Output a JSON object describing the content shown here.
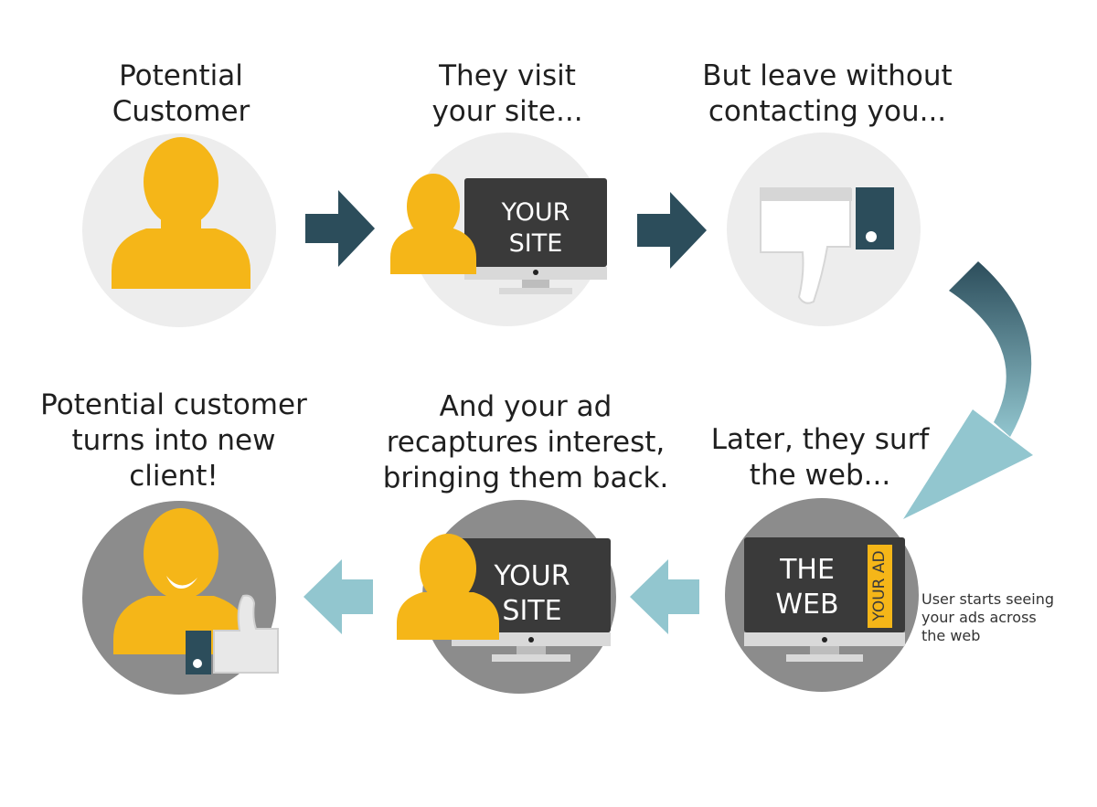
{
  "steps": [
    {
      "caption": "Potential\nCustomer"
    },
    {
      "caption": "They visit\nyour site...",
      "screen_text": [
        "YOUR",
        "SITE"
      ]
    },
    {
      "caption": "But leave without\ncontacting you..."
    },
    {
      "caption": "Later, they surf\nthe web...",
      "screen_text": [
        "THE",
        "WEB"
      ],
      "ad_label": "YOUR AD",
      "note": "User starts seeing\nyour ads across\nthe web"
    },
    {
      "caption": "And your ad\nrecaptures interest,\nbringing them back.",
      "screen_text": [
        "YOUR",
        "SITE"
      ]
    },
    {
      "caption": "Potential customer\nturns into new\nclient!"
    }
  ],
  "colors": {
    "person": "#F5B618",
    "circle_light": "#EDEDED",
    "circle_dark": "#8C8C8C",
    "arrow_dark": "#2C4D5B",
    "arrow_light": "#92C6CF",
    "monitor": "#3A3A3A",
    "monitor_stand": "#D9D9D9"
  }
}
